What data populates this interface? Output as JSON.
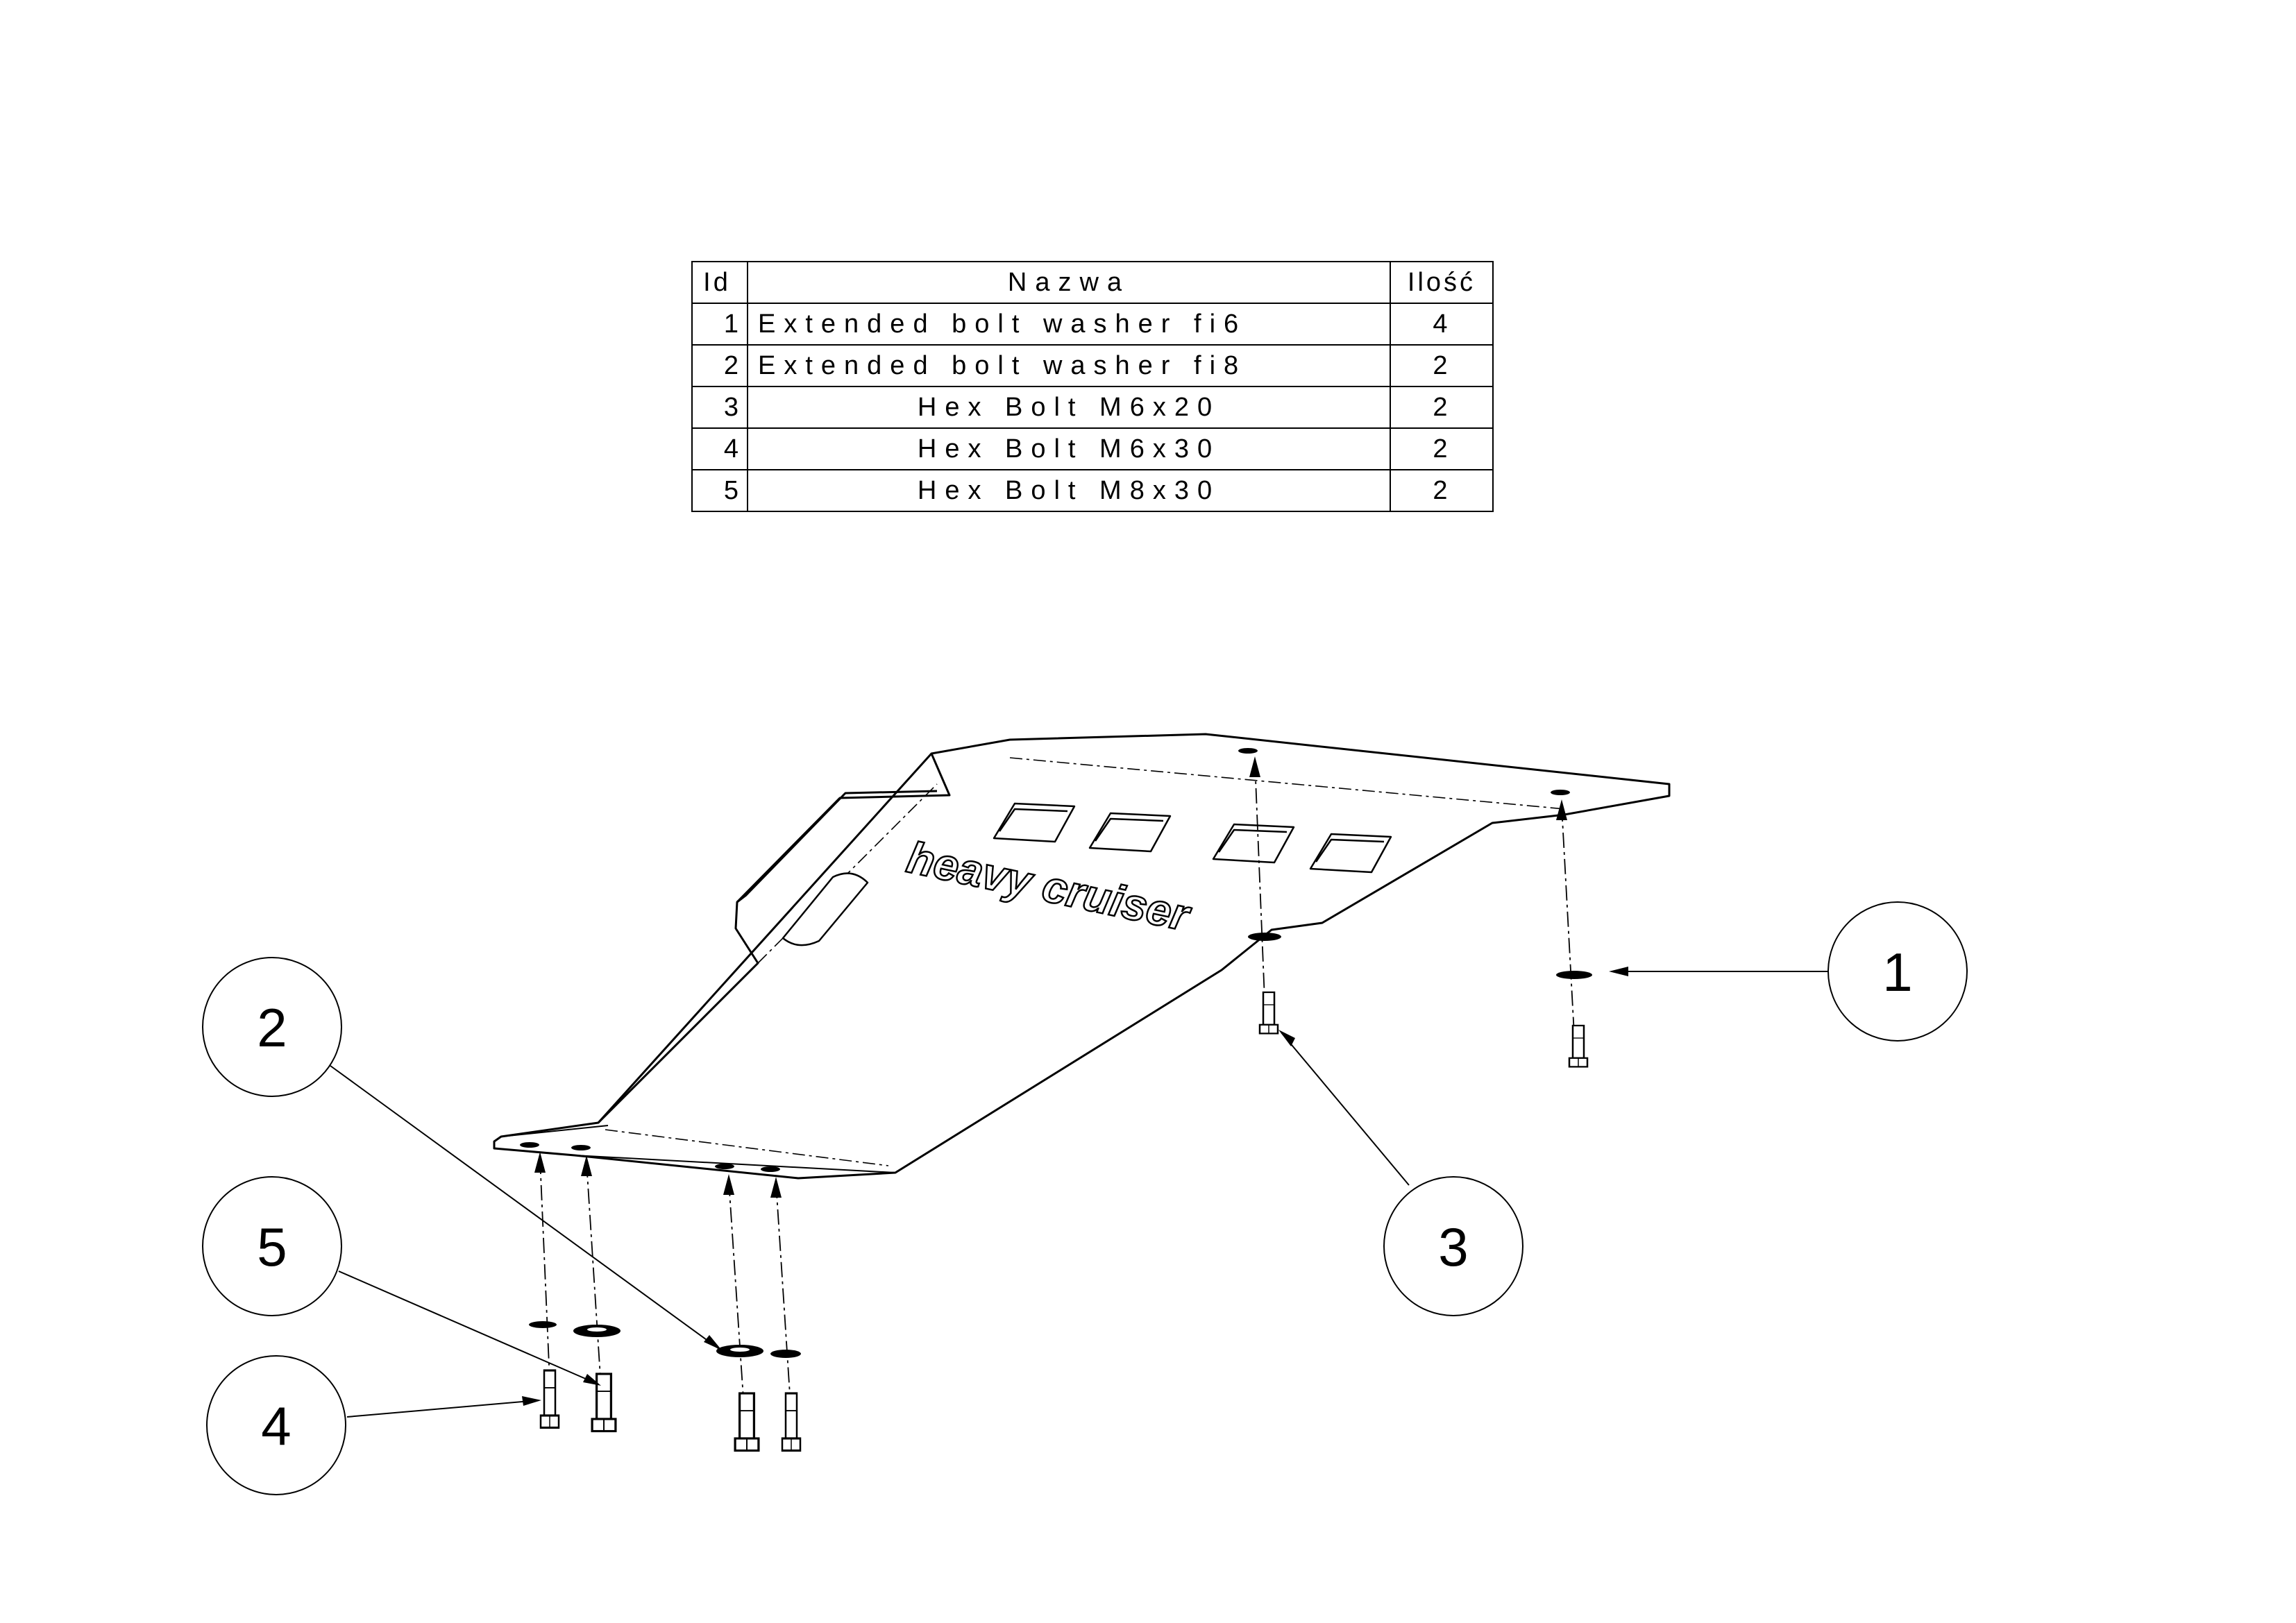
{
  "bom": {
    "headers": {
      "id": "Id",
      "name": "Nazwa",
      "qty": "Ilość"
    },
    "rows": [
      {
        "id": "1",
        "name": "Extended bolt washer fi6",
        "qty": "4"
      },
      {
        "id": "2",
        "name": "Extended bolt washer fi8",
        "qty": "2"
      },
      {
        "id": "3",
        "name": "Hex Bolt M6x20",
        "qty": "2"
      },
      {
        "id": "4",
        "name": "Hex Bolt M6x30",
        "qty": "2"
      },
      {
        "id": "5",
        "name": "Hex Bolt M8x30",
        "qty": "2"
      }
    ]
  },
  "balloons": {
    "b1": "1",
    "b2": "2",
    "b3": "3",
    "b4": "4",
    "b5": "5"
  },
  "plate": {
    "logo_text": "heavy cruiser"
  }
}
